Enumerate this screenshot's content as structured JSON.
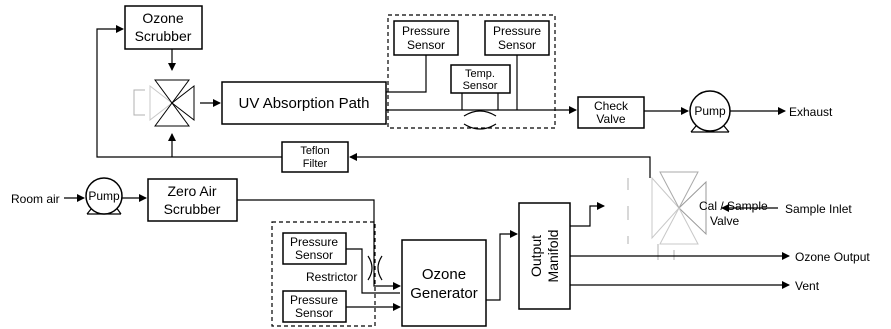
{
  "diagram": {
    "ozone_scrubber": [
      "Ozone",
      "Scrubber"
    ],
    "uv_absorption_path": "UV Absorption Path",
    "pressure_sensor_1": [
      "Pressure",
      "Sensor"
    ],
    "pressure_sensor_2": [
      "Pressure",
      "Sensor"
    ],
    "temp_sensor": [
      "Temp.",
      "Sensor"
    ],
    "check_valve": [
      "Check",
      "Valve"
    ],
    "pump_exhaust": "Pump",
    "exhaust": "Exhaust",
    "teflon_filter": [
      "Teflon",
      "Filter"
    ],
    "room_air": "Room air",
    "pump_inlet": "Pump",
    "zero_air_scrubber": [
      "Zero Air",
      "Scrubber"
    ],
    "cal_sample_valve": [
      "Cal / Sample",
      "Valve"
    ],
    "sample_inlet": "Sample Inlet",
    "pressure_sensor_3": [
      "Pressure",
      "Sensor"
    ],
    "pressure_sensor_4": [
      "Pressure",
      "Sensor"
    ],
    "restrictor": "Restrictor",
    "ozone_generator": [
      "Ozone",
      "Generator"
    ],
    "output_manifold": [
      "Output",
      "Manifold"
    ],
    "ozone_output": "Ozone Output",
    "vent": "Vent"
  }
}
